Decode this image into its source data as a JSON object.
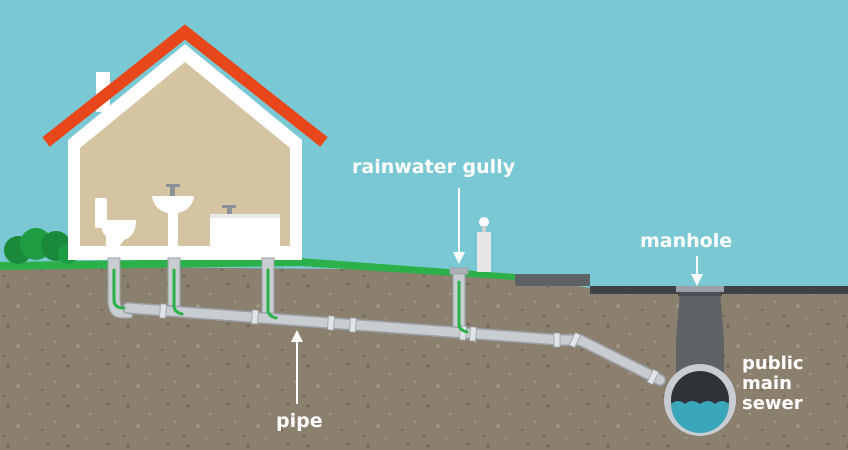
{
  "labels": {
    "rainwater_gully": "rainwater gully",
    "manhole": "manhole",
    "pipe": "pipe",
    "public_main_sewer": [
      "public",
      "main",
      "sewer"
    ]
  },
  "colors": {
    "sky": "#7ac8d3",
    "soil": "#8b7f6e",
    "grass": "#2bb04a",
    "roof": "#e8471b",
    "house_wall": "#d4c4a1",
    "pipe": "#c8cdd2",
    "flow_arrow": "#2bb04a",
    "sewer_water": "#3aa6b9",
    "text": "#ffffff"
  }
}
